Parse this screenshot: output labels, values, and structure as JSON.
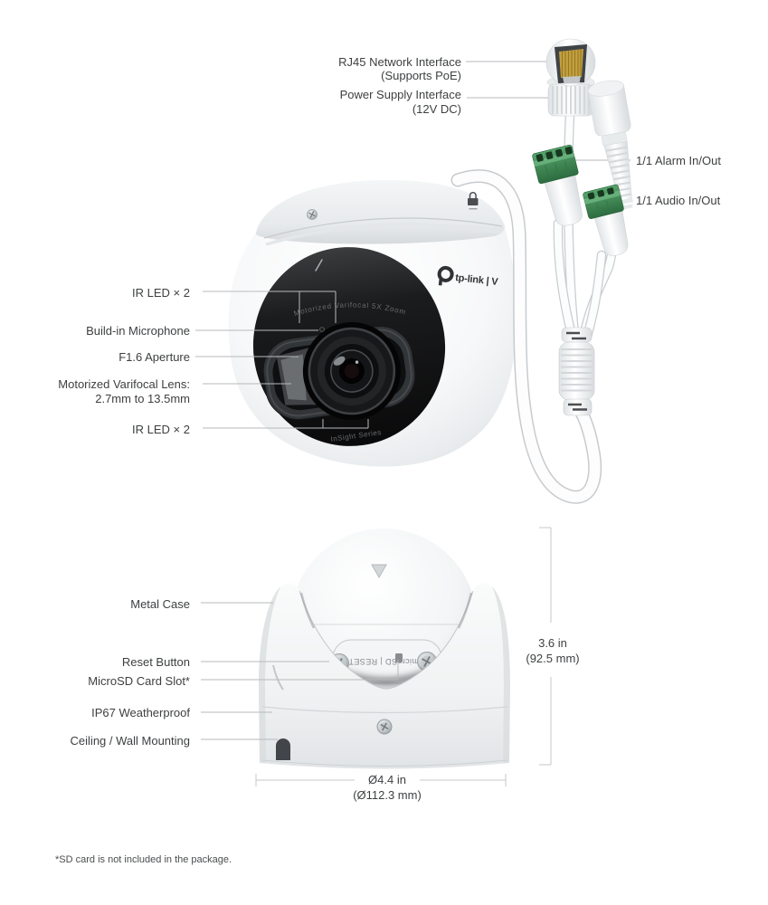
{
  "front_view": {
    "brand": "tp-link | V",
    "lens_ring_text": "Motorized Varifocal 5X Zoom",
    "series_text": "InSight Series",
    "labels": {
      "ir_led_top": "IR LED × 2",
      "microphone": "Build-in Microphone",
      "aperture": "F1.6 Aperture",
      "varifocal_line1": "Motorized Varifocal Lens:",
      "varifocal_line2": "2.7mm to 13.5mm",
      "ir_led_bottom": "IR LED × 2"
    }
  },
  "cable_whip": {
    "rj45_line1": "RJ45 Network Interface",
    "rj45_line2": "(Supports PoE)",
    "power_line1": "Power Supply Interface",
    "power_line2": "(12V DC)",
    "alarm": "1/1 Alarm In/Out",
    "audio": "1/1 Audio In/Out"
  },
  "side_view": {
    "panel_text": "microSD | RESET",
    "labels": {
      "metal_case": "Metal Case",
      "reset_button": "Reset Button",
      "microsd_slot": "MicroSD Card Slot*",
      "weatherproof": "IP67 Weatherproof",
      "mounting": "Ceiling / Wall Mounting"
    },
    "dimensions": {
      "height_in": "3.6 in",
      "height_mm": "(92.5 mm)",
      "diameter_in": "Ø4.4 in",
      "diameter_mm": "(Ø112.3 mm)"
    }
  },
  "colors": {
    "leader_line": "#b7babc",
    "dimension_line": "#c4c7c9",
    "terminal_green": "#3f8a55"
  },
  "footnote": "*SD card is not included in the package."
}
